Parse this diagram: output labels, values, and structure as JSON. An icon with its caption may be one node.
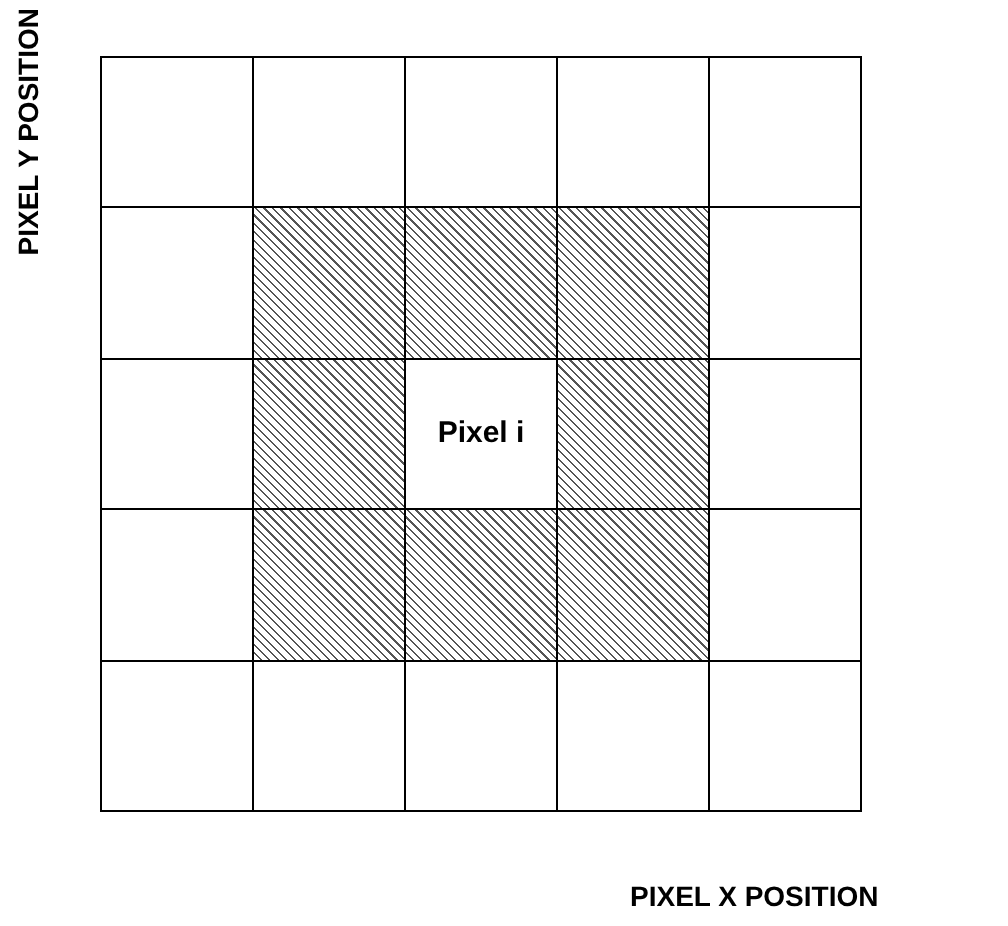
{
  "diagram": {
    "nodes": [
      {
        "text": [],
        "shape": "box"
      },
      {
        "text": [],
        "shape": "box"
      },
      {
        "text": [],
        "shape": "box"
      },
      {
        "text": [],
        "shape": "box"
      },
      {
        "text": [],
        "shape": "box"
      },
      {
        "text": [],
        "shape": "box"
      },
      {
        "text": [],
        "shape": "box"
      },
      {
        "text": [],
        "shape": "box"
      },
      {
        "text": [],
        "shape": "box"
      },
      {
        "text": [],
        "shape": "box"
      },
      {
        "text": [],
        "shape": "box"
      },
      {
        "text": [],
        "shape": "box"
      },
      {
        "text": [
          "Pixel i"
        ]
      },
      {
        "text": [],
        "shape": "box"
      },
      {
        "text": [],
        "shape": "box"
      },
      {
        "text": [],
        "shape": "box"
      },
      {
        "text": [],
        "shape": "box"
      },
      {
        "text": [],
        "shape": "box"
      },
      {
        "text": [],
        "shape": "box"
      },
      {
        "text": [],
        "shape": "box"
      },
      {
        "text": [],
        "shape": "box"
      },
      {
        "text": [],
        "shape": "box"
      },
      {
        "text": [],
        "shape": "box"
      },
      {
        "text": [],
        "shape": "box"
      },
      {
        "text": [],
        "shape": "box"
      }
    ],
    "labels": [
      "PIXEL Y POSITION",
      "PIXEL X POSITION"
    ]
  }
}
